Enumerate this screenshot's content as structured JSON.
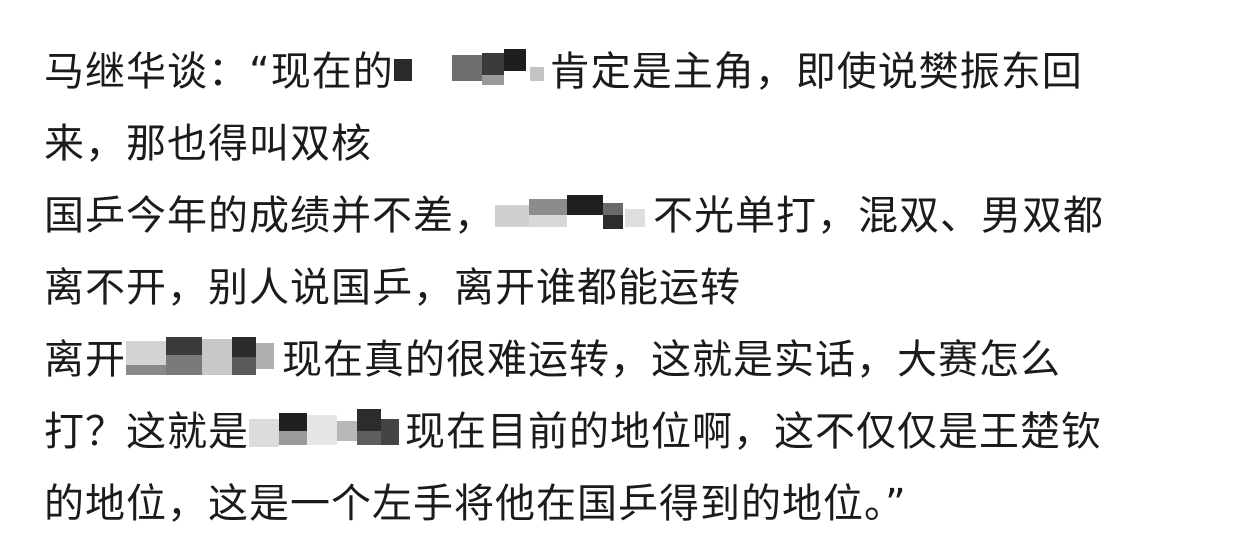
{
  "post": {
    "lines": [
      {
        "before": "马继华谈：“现在的",
        "after": "肯定是主角，即使说樊振东回"
      },
      {
        "text": "来，那也得叫双核"
      },
      {
        "before": "国乒今年的成绩并不差，",
        "after": "不光单打，混双、男双都"
      },
      {
        "text": "离不开，别人说国乒，离开谁都能运转"
      },
      {
        "before": "离开",
        "after": "现在真的很难运转，这就是实话，大赛怎么"
      },
      {
        "before": "打？这就是",
        "after": "现在目前的地位啊，这不仅仅是王楚钦"
      },
      {
        "text": "的地位，这是一个左手将他在国乒得到的地位。”"
      }
    ]
  },
  "colors": {
    "text": "#1b1b1b",
    "background": "#ffffff",
    "mosaic_dark": "#2a2a2a",
    "mosaic_mid": "#8a8a8a",
    "mosaic_light": "#d0d0d0"
  }
}
